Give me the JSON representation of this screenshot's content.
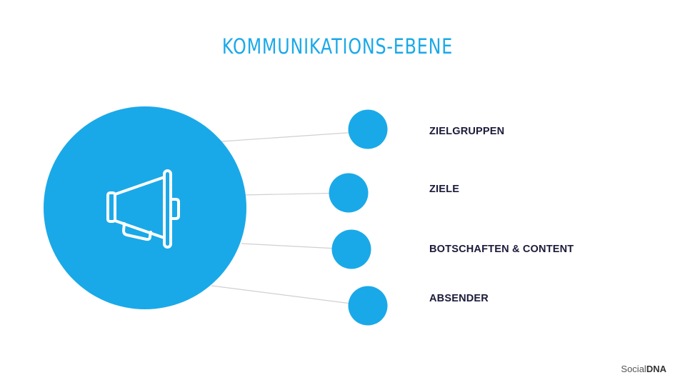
{
  "title": "KOMMUNIKATIONS-EBENE",
  "hub": {
    "icon": "megaphone-icon"
  },
  "items": [
    {
      "label": "ZIELGRUPPEN"
    },
    {
      "label": "ZIELE"
    },
    {
      "label": "BOTSCHAFTEN & CONTENT"
    },
    {
      "label": "ABSENDER"
    }
  ],
  "logo": {
    "part1": "Social",
    "part2": "DNA"
  },
  "colors": {
    "accent": "#1aa9e8",
    "text": "#1c1b3a",
    "connector": "#d0d0d0"
  }
}
